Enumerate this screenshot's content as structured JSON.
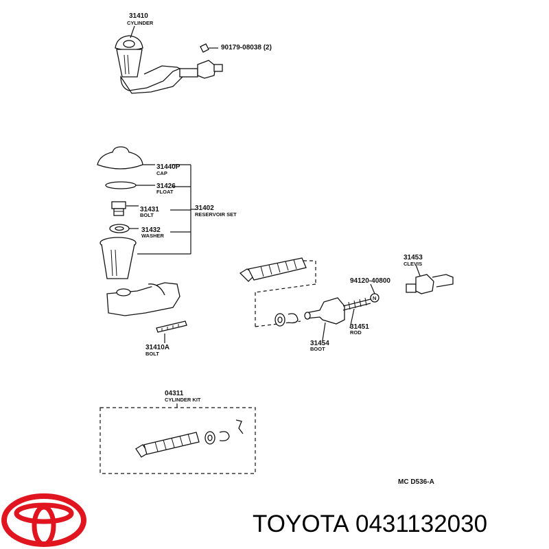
{
  "parts": {
    "cylinder_top": {
      "number": "31410",
      "name": "CYLINDER"
    },
    "screw": {
      "number": "90179-08038 (2)"
    },
    "cap": {
      "number": "31440P",
      "name": "CAP"
    },
    "float": {
      "number": "31426",
      "name": "FLOAT"
    },
    "bolt_small": {
      "number": "31431",
      "name": "BOLT"
    },
    "reservoir_set": {
      "number": "31402",
      "name": "RESERVOIR SET"
    },
    "washer": {
      "number": "31432",
      "name": "WASHER"
    },
    "bolt_long": {
      "number": "31410A",
      "name": "BOLT"
    },
    "clevis": {
      "number": "31453",
      "name": "CLEVIS"
    },
    "nut": {
      "number": "94120-40800"
    },
    "rod": {
      "number": "31451",
      "name": "ROD"
    },
    "boot": {
      "number": "31454",
      "name": "BOOT"
    },
    "cylinder_kit": {
      "number": "04311",
      "name": "CYLINDER KIT"
    }
  },
  "nut_marker": "N",
  "diagram_code": "MC  D536-A",
  "footer": {
    "brand": "TOYOTA",
    "part_number": "0431132030",
    "logo_color": "#e0151f"
  }
}
